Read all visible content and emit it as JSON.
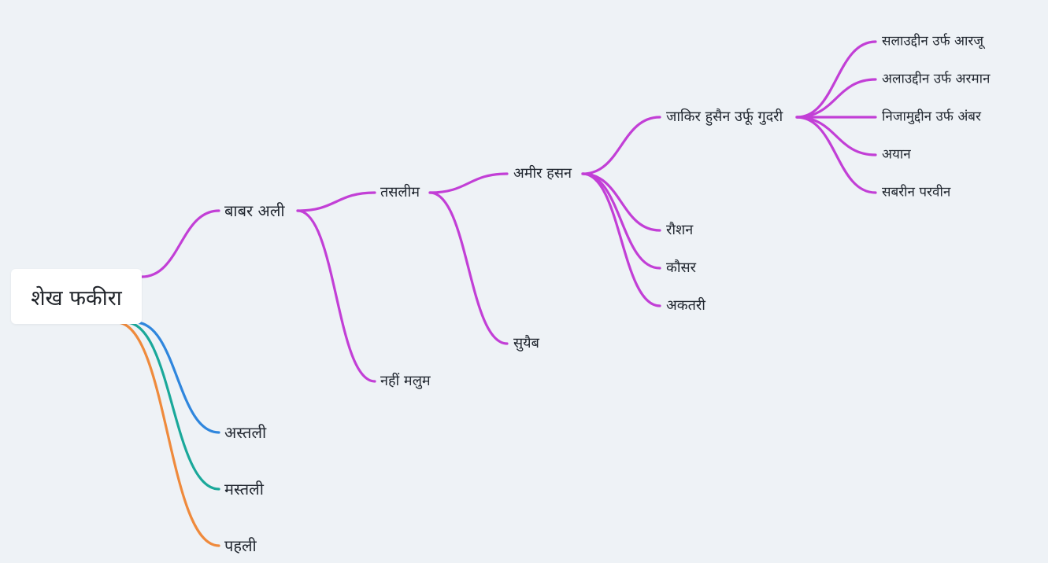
{
  "root": {
    "label": "शेख फकीरा"
  },
  "colors": {
    "purple": "#c23fd6",
    "blue": "#2f86dd",
    "teal": "#1aa89a",
    "orange": "#ef8a3c"
  },
  "nodes": {
    "babar_ali": "बाबर अली",
    "astali": "अस्तली",
    "mastali": "मस्तली",
    "pahli": "पहली",
    "tasleem": "तसलीम",
    "nahi_malum": "नहीं मलुम",
    "amir_hasan": "अमीर हसन",
    "suyaib": "सुयैब",
    "zakir_husain": "जाकिर हुसैन उर्फू गुदरी",
    "raushan": "रौशन",
    "kausar": "कौसर",
    "akatari": "अकतरी",
    "salauddin": "सलाउद्दीन उर्फ आरजू",
    "alauddin": "अलाउद्दीन उर्फ अरमान",
    "nizamuddin": "निजामुद्दीन उर्फ अंबर",
    "ayan": "अयान",
    "sabrin_parvin": "सबरीन परवीन"
  },
  "tree": {
    "id": "root",
    "children": [
      {
        "id": "babar_ali",
        "color": "purple",
        "children": [
          {
            "id": "tasleem",
            "children": [
              {
                "id": "amir_hasan",
                "children": [
                  {
                    "id": "zakir_husain",
                    "children": [
                      {
                        "id": "salauddin"
                      },
                      {
                        "id": "alauddin"
                      },
                      {
                        "id": "nizamuddin"
                      },
                      {
                        "id": "ayan"
                      },
                      {
                        "id": "sabrin_parvin"
                      }
                    ]
                  },
                  {
                    "id": "raushan"
                  },
                  {
                    "id": "kausar"
                  },
                  {
                    "id": "akatari"
                  }
                ]
              },
              {
                "id": "suyaib"
              }
            ]
          },
          {
            "id": "nahi_malum"
          }
        ]
      },
      {
        "id": "astali",
        "color": "blue"
      },
      {
        "id": "mastali",
        "color": "teal"
      },
      {
        "id": "pahli",
        "color": "orange"
      }
    ]
  }
}
